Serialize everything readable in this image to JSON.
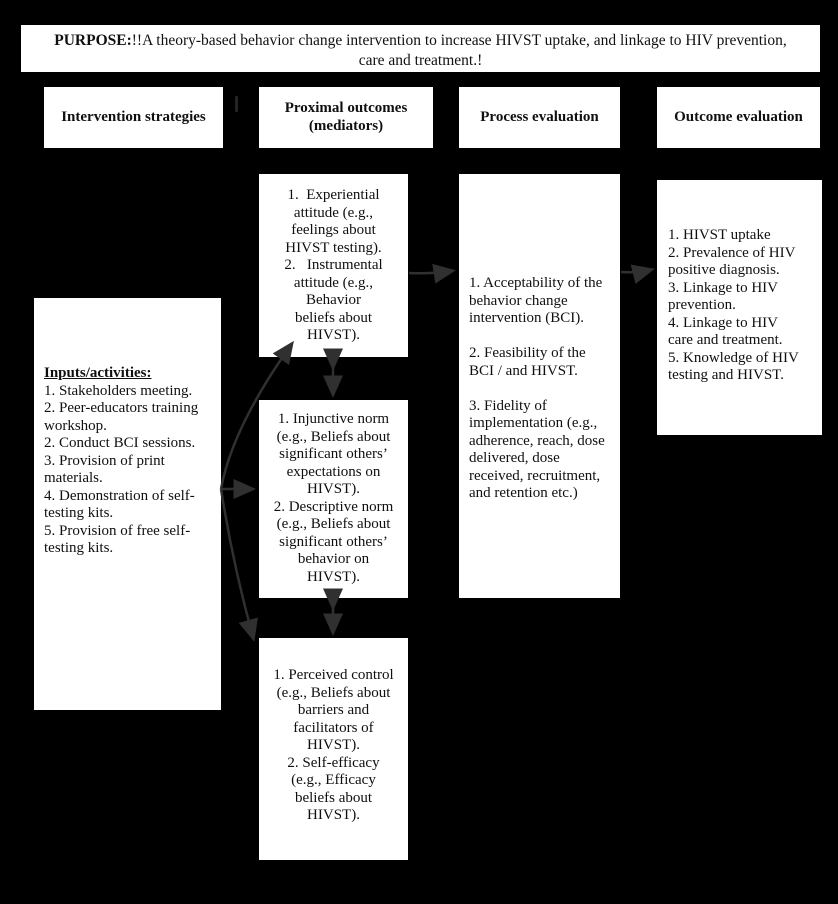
{
  "colors": {
    "background": "#000000",
    "box_bg": "#ffffff",
    "arrow": "#303030",
    "text": "#101010"
  },
  "purpose": {
    "label": "PURPOSE:",
    "text": "!!A theory-based behavior change intervention to increase HIVST uptake, and linkage to HIV prevention,\ncare and treatment.!"
  },
  "columns": [
    {
      "header": "Intervention strategies"
    },
    {
      "header": "Proximal outcomes (mediators)"
    },
    {
      "header": "Process evaluation"
    },
    {
      "header": "Outcome evaluation"
    }
  ],
  "inputs_box": {
    "heading": "Inputs/activities:",
    "body": "1. Stakeholders meeting.\n2. Peer-educators training\nworkshop.\n2. Conduct BCI sessions.\n3. Provision of print\nmaterials.\n4. Demonstration of self-\ntesting kits.\n5. Provision of free self-\ntesting kits."
  },
  "mediator_boxes": {
    "attitude": "1.  Experiential\nattitude (e.g.,\nfeelings about\nHIVST testing).\n2.   Instrumental\nattitude (e.g.,\nBehavior\nbeliefs about\nHIVST).",
    "norms": "1. Injunctive norm\n(e.g., Beliefs about\nsignificant others’\nexpectations on\nHIVST).\n2. Descriptive norm\n(e.g., Beliefs about\nsignificant others’\nbehavior on\nHIVST).",
    "control": "1. Perceived control\n(e.g., Beliefs about\nbarriers and\nfacilitators of\nHIVST).\n2. Self-efficacy\n(e.g., Efficacy\nbeliefs about\nHIVST)."
  },
  "process_box": {
    "body": "1. Acceptability of the\nbehavior change\nintervention (BCI).\n\n2. Feasibility of the\nBCI / and HIVST.\n\n3. Fidelity of\nimplementation (e.g.,\nadherence, reach, dose\ndelivered, dose\nreceived, recruitment,\nand retention etc.)"
  },
  "outcome_box": {
    "body": "1. HIVST uptake\n2. Prevalence of HIV\npositive diagnosis.\n3. Linkage to HIV\nprevention.\n4. Linkage to HIV\ncare and treatment.\n5. Knowledge of HIV\ntesting and HIVST."
  }
}
